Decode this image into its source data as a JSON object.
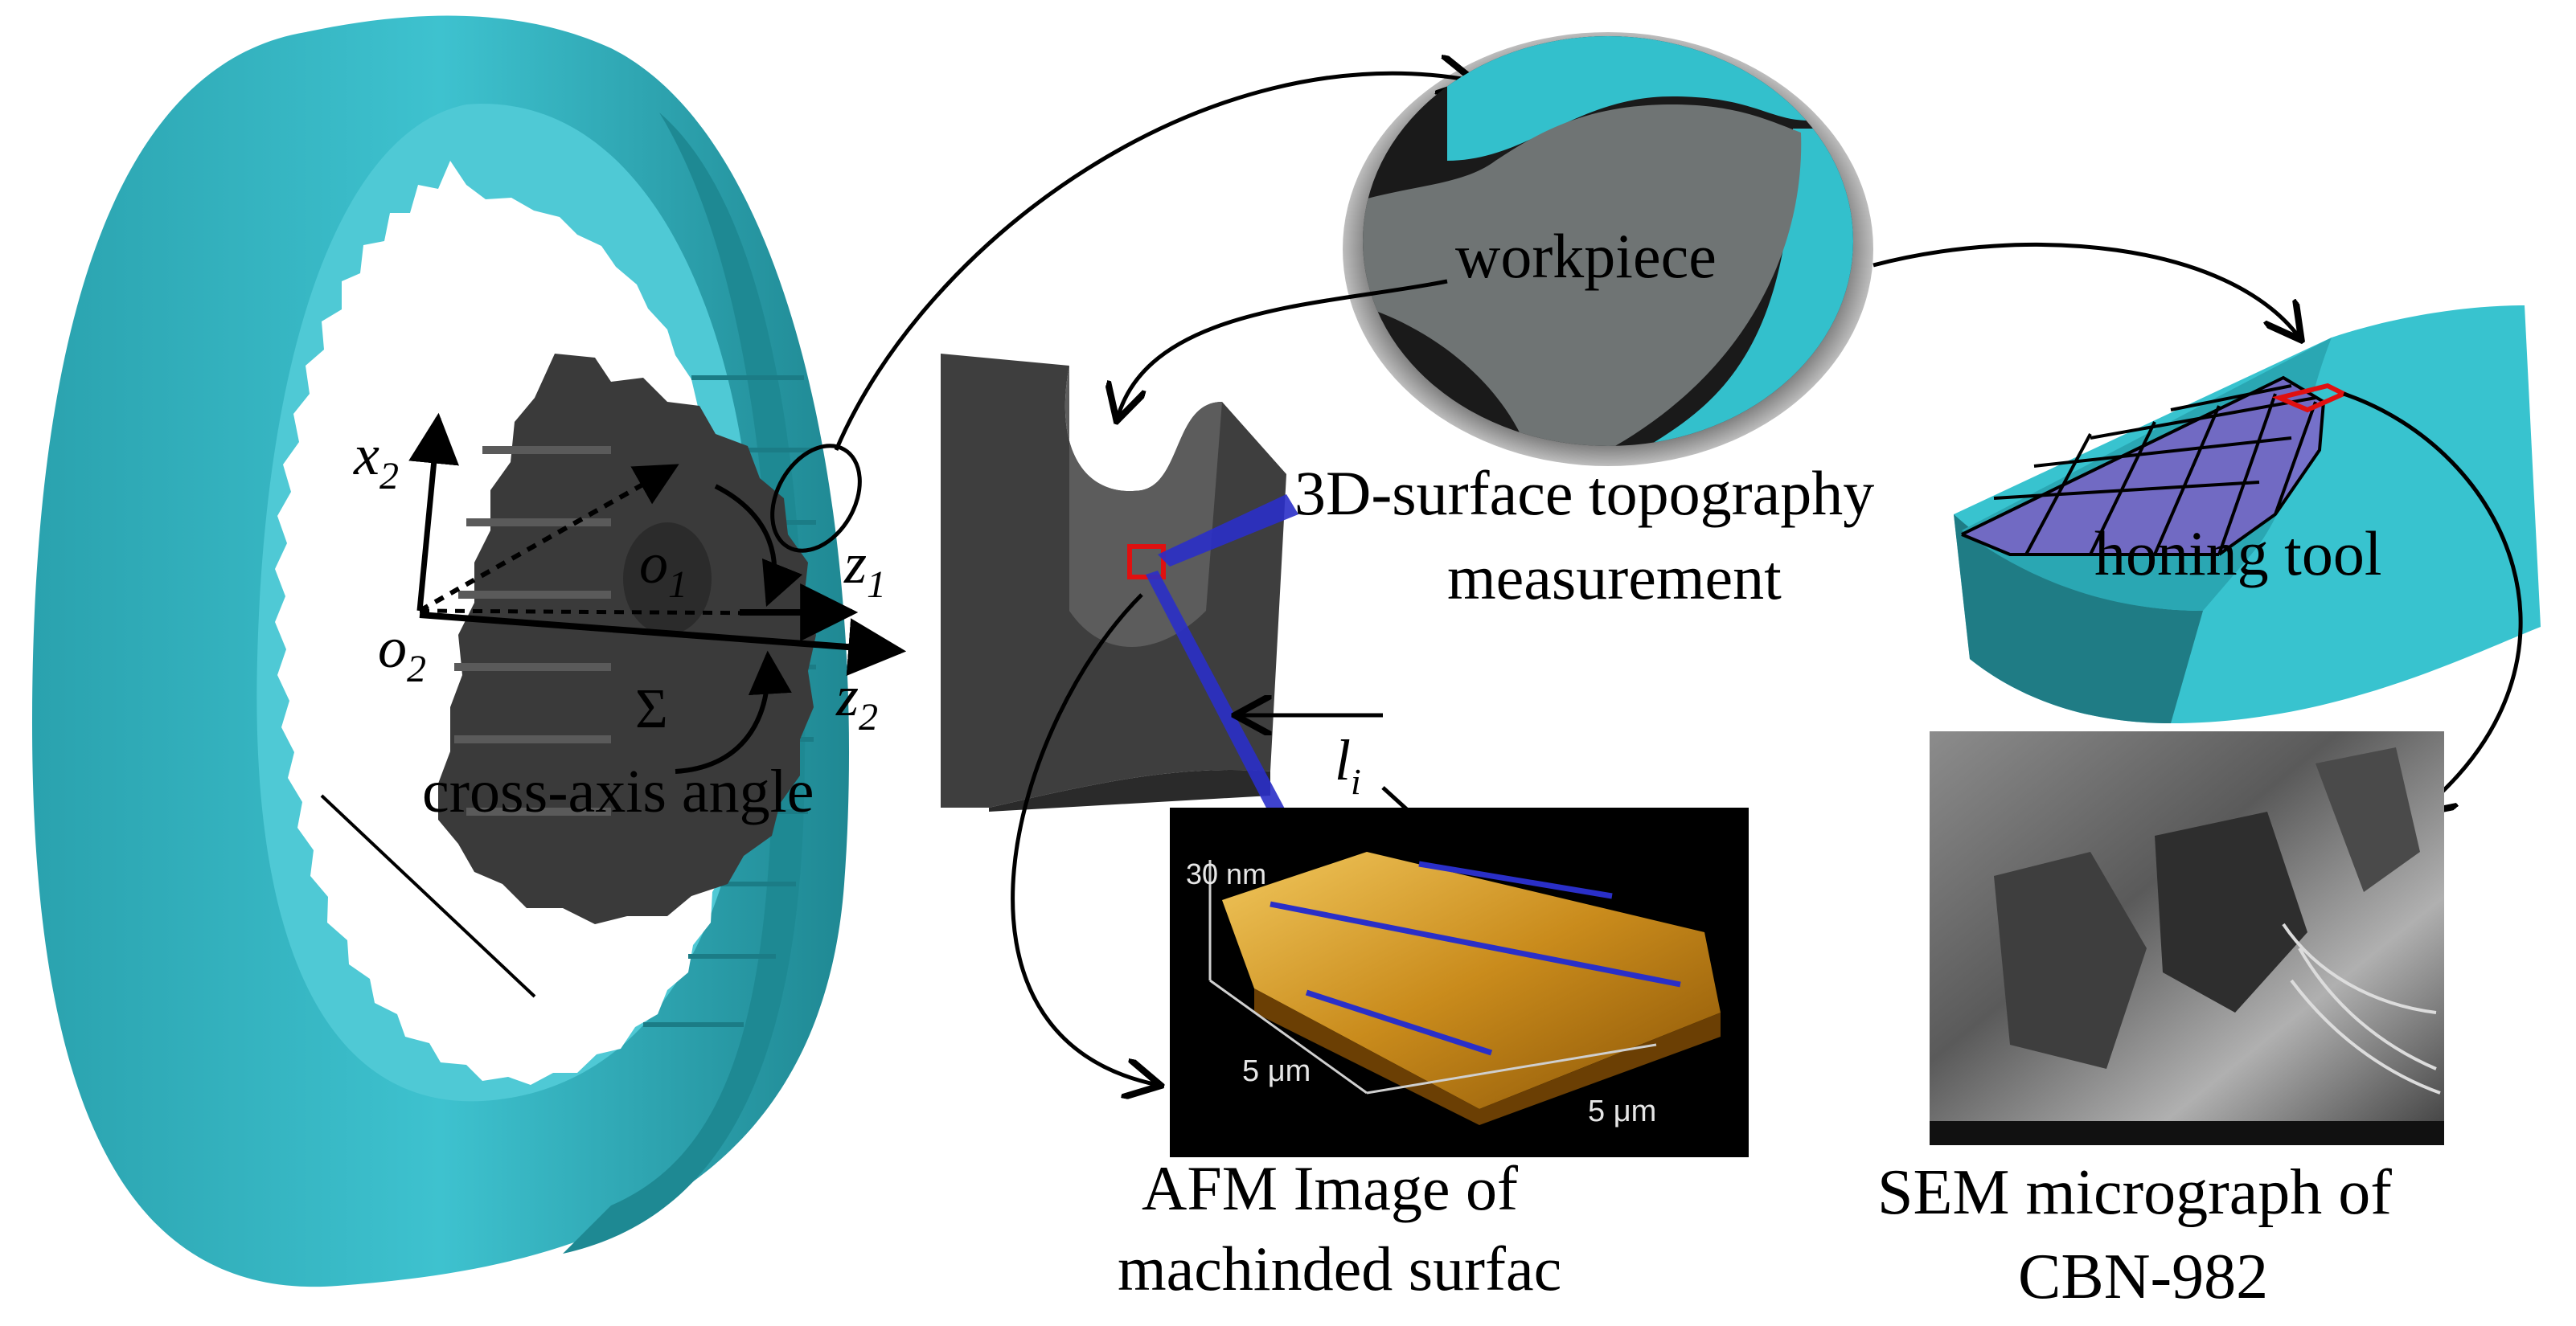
{
  "labels": {
    "workpiece": "workpiece",
    "surface_line1": "3D-surface topography",
    "surface_line2": "measurement",
    "honing_tool": "honing tool",
    "cross_axis": "cross-axis angle",
    "sigma": "Σ",
    "afm_line1": "AFM Image of",
    "afm_line2": "machinded surfac",
    "sem_line1": "SEM micrograph of",
    "sem_line2": "CBN-982"
  },
  "axes": {
    "x2_base": "x",
    "x2_sub": "2",
    "o1_base": "o",
    "o1_sub": "1",
    "o2_base": "o",
    "o2_sub": "2",
    "z1_base": "z",
    "z1_sub": "1",
    "z2_base": "z",
    "z2_sub": "2",
    "li_base": "l",
    "li_sub": "i"
  },
  "afm": {
    "height_label": "30 nm",
    "x_label": "5 μm",
    "y_label": "5 μm"
  },
  "colors": {
    "gear_teal": "#2fb3c1",
    "gear_teal_dark": "#1d7f89",
    "pinion_dark": "#3d3d3d",
    "workpiece_grey": "#6f7474",
    "scan_blue": "#2a2fc8",
    "highlight_red": "#e01010",
    "honing_mesh_purple": "#8a55c8"
  }
}
